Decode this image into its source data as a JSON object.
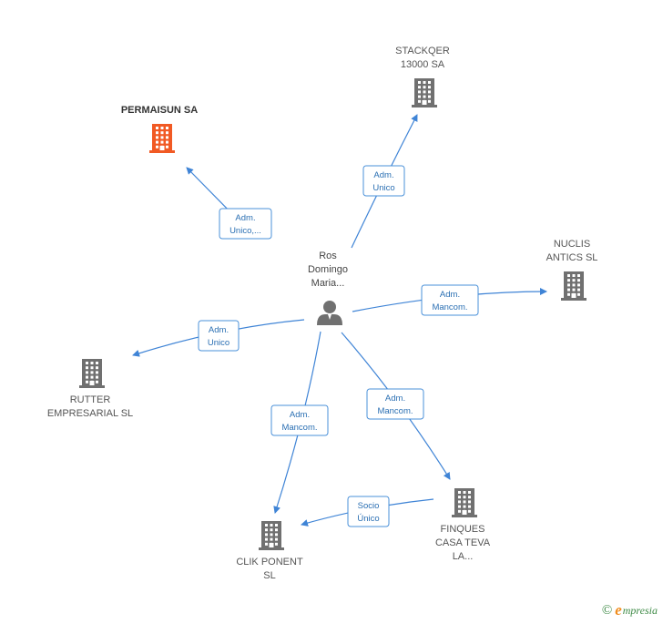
{
  "center": {
    "label_lines": [
      "Ros",
      "Domingo",
      "Maria..."
    ],
    "icon": "person-icon"
  },
  "companies": [
    {
      "id": "permaisun",
      "label_lines": [
        "PERMAISUN SA"
      ],
      "highlight": true,
      "icon": "building-icon",
      "color": "#f15a24"
    },
    {
      "id": "stackqer",
      "label_lines": [
        "STACKQER",
        "13000 SA"
      ],
      "highlight": false,
      "icon": "building-icon",
      "color": "#707070"
    },
    {
      "id": "nuclis",
      "label_lines": [
        "NUCLIS",
        "ANTICS SL"
      ],
      "highlight": false,
      "icon": "building-icon",
      "color": "#707070"
    },
    {
      "id": "rutter",
      "label_lines": [
        "RUTTER",
        "EMPRESARIAL SL"
      ],
      "highlight": false,
      "icon": "building-icon",
      "color": "#707070"
    },
    {
      "id": "clik",
      "label_lines": [
        "CLIK PONENT",
        "SL"
      ],
      "highlight": false,
      "icon": "building-icon",
      "color": "#707070"
    },
    {
      "id": "finques",
      "label_lines": [
        "FINQUES",
        "CASA TEVA",
        "LA..."
      ],
      "highlight": false,
      "icon": "building-icon",
      "color": "#707070"
    }
  ],
  "relations": [
    {
      "from": "center",
      "to": "permaisun",
      "label_lines": [
        "Adm.",
        "Unico,..."
      ]
    },
    {
      "from": "center",
      "to": "stackqer",
      "label_lines": [
        "Adm.",
        "Unico"
      ]
    },
    {
      "from": "center",
      "to": "nuclis",
      "label_lines": [
        "Adm.",
        "Mancom."
      ]
    },
    {
      "from": "center",
      "to": "rutter",
      "label_lines": [
        "Adm.",
        "Unico"
      ]
    },
    {
      "from": "center",
      "to": "clik",
      "label_lines": [
        "Adm.",
        "Mancom."
      ]
    },
    {
      "from": "center",
      "to": "finques",
      "label_lines": [
        "Adm.",
        "Mancom."
      ]
    },
    {
      "from": "finques",
      "to": "clik",
      "label_lines": [
        "Socio",
        "Único"
      ]
    }
  ],
  "footer": {
    "copyright_symbol": "©",
    "brand_initial": "e",
    "brand_rest": "mpresia"
  },
  "colors": {
    "edge": "#3f84d6",
    "node": "#707070",
    "highlight": "#f15a24",
    "brand_green": "#3d8a45",
    "brand_orange": "#f08c1c"
  }
}
